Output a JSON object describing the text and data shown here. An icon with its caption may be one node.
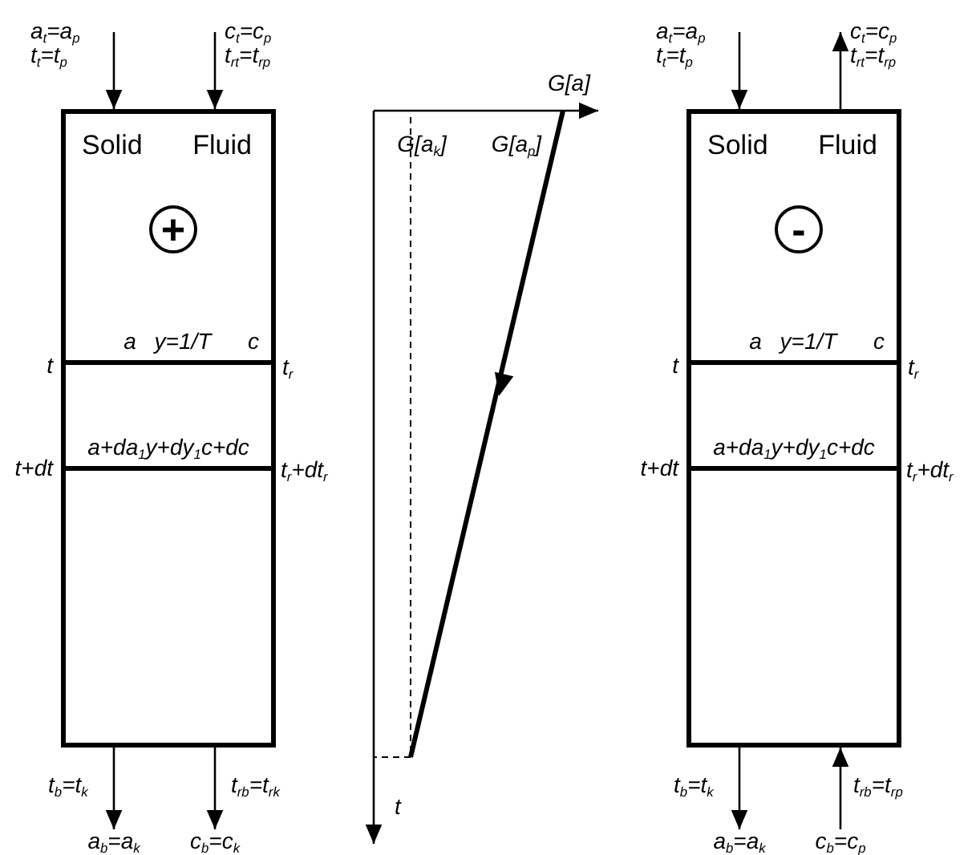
{
  "diagram": {
    "nodes": [
      {
        "text": [
          "Solid",
          "Fluid"
        ]
      },
      {
        "text": [
          "+"
        ],
        "in": 0
      },
      {
        "text": [
          "a$_{b}$=a$_{k}$"
        ]
      },
      {
        "text": [
          "c$_{b}$=c$_{k}$"
        ]
      },
      {
        "text": [
          "Solid",
          "Fluid"
        ]
      },
      {
        "text": [
          "-"
        ],
        "in": 4
      },
      {
        "text": [
          "a$_{b}$=a$_{k}$"
        ]
      },
      {
        "text": [
          "c$_{b}$=c$_{p}$"
        ]
      }
    ],
    "edges": [
      {
        "from": null,
        "to": 0,
        "arrow": "to",
        "label": "a$_{t}$=a$_{p}$ t$_{t}$=t$_{p}$"
      },
      {
        "from": null,
        "to": 0,
        "arrow": "to",
        "label": "c$_{t}$=c$_{p}$ t$_{rt}$=t$_{rp}$"
      },
      {
        "from": 0,
        "to": 2,
        "arrow": "to",
        "label": "t$_{b}$=t$_{k}$"
      },
      {
        "from": 0,
        "to": 3,
        "arrow": "to",
        "label": "t$_{rb}$=t$_{rk}$"
      },
      {
        "from": null,
        "to": 4,
        "arrow": "to",
        "label": "a$_{t}$=a$_{p}$ t$_{t}$=t$_{p}$"
      },
      {
        "from": 4,
        "to": null,
        "arrow": "to",
        "label": "c$_{t}$=c$_{p}$ t$_{rt}$=t$_{rp}$"
      },
      {
        "from": 4,
        "to": 6,
        "arrow": "to",
        "label": "t$_{b}$=t$_{k}$"
      },
      {
        "from": 7,
        "to": 4,
        "arrow": "to",
        "label": "t$_{rb}$=t$_{rp}$"
      }
    ],
    "labels": [
      "t",
      "a",
      "y=1/T",
      "c",
      "t$_{r}$",
      "t+dt",
      "a+da$_{1}$y+dy$_{1}$c+dc",
      "t$_{r}$+dt$_{r}$",
      "G[a]",
      "G[a$_{k}$]",
      "G[a$_{p}$]",
      "t",
      "t",
      "a",
      "y=1/T",
      "c",
      "t$_{r}$",
      "t+dt",
      "a+da$_{1}$y+dy$_{1}$c+dc",
      "t$_{r}$+dt$_{r}$"
    ]
  }
}
